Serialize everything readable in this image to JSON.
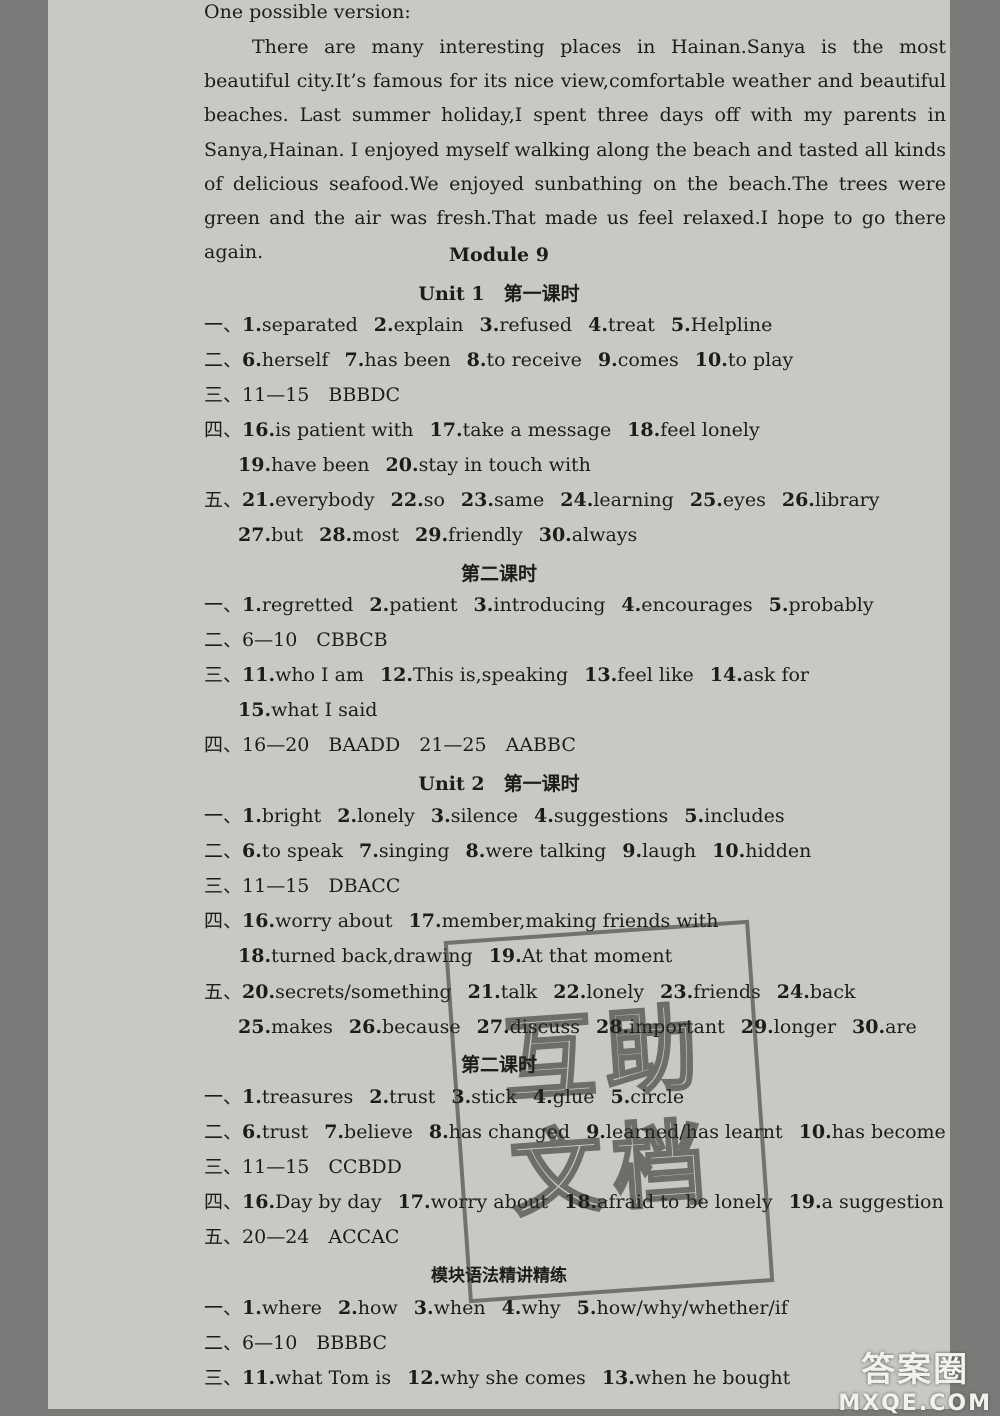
{
  "intro": "One possible version:",
  "essay": "There are many interesting places in Hainan.Sanya is the most beautiful city.It’s famous for its nice view,comfortable weather and beautiful beaches. Last summer holiday,I spent three days off with my parents in Sanya,Hainan. I enjoyed myself walking along the beach and tasted all kinds of delicious seafood.We enjoyed sunbathing on the beach.The trees were green and the air was fresh.That made us feel relaxed.I hope to go there again.",
  "module_title": "Module 9",
  "unit1_title": "Unit 1　第一课时",
  "u1l1": {
    "r1": {
      "p": "一、",
      "items": [
        [
          "1.",
          "separated"
        ],
        [
          "2.",
          "explain"
        ],
        [
          "3.",
          "refused"
        ],
        [
          "4.",
          "treat"
        ],
        [
          "5.",
          "Helpline"
        ]
      ]
    },
    "r2": {
      "p": "二、",
      "items": [
        [
          "6.",
          "herself"
        ],
        [
          "7.",
          "has been"
        ],
        [
          "8.",
          "to receive"
        ],
        [
          "9.",
          "comes"
        ],
        [
          "10.",
          "to play"
        ]
      ]
    },
    "r3": {
      "p": "三、",
      "text": "11—15　BBBDC"
    },
    "r4": {
      "p": "四、",
      "items": [
        [
          "16.",
          "is patient with"
        ],
        [
          "17.",
          "take a message"
        ],
        [
          "18.",
          "feel lonely"
        ]
      ]
    },
    "r4b": {
      "items": [
        [
          "19.",
          "have been"
        ],
        [
          "20.",
          "stay in touch with"
        ]
      ]
    },
    "r5": {
      "p": "五、",
      "items": [
        [
          "21.",
          "everybody"
        ],
        [
          "22.",
          "so"
        ],
        [
          "23.",
          "same"
        ],
        [
          "24.",
          "learning"
        ],
        [
          "25.",
          "eyes"
        ],
        [
          "26.",
          "library"
        ]
      ]
    },
    "r5b": {
      "items": [
        [
          "27.",
          "but"
        ],
        [
          "28.",
          "most"
        ],
        [
          "29.",
          "friendly"
        ],
        [
          "30.",
          "always"
        ]
      ]
    }
  },
  "lesson2_title": "第二课时",
  "u1l2": {
    "r1": {
      "p": "一、",
      "items": [
        [
          "1.",
          "regretted"
        ],
        [
          "2.",
          "patient"
        ],
        [
          "3.",
          "introducing"
        ],
        [
          "4.",
          "encourages"
        ],
        [
          "5.",
          "probably"
        ]
      ]
    },
    "r2": {
      "p": "二、",
      "text": "6—10　CBBCB"
    },
    "r3": {
      "p": "三、",
      "items": [
        [
          "11.",
          "who I am"
        ],
        [
          "12.",
          "This is,speaking"
        ],
        [
          "13.",
          "feel like"
        ],
        [
          "14.",
          "ask for"
        ]
      ]
    },
    "r3b": {
      "items": [
        [
          "15.",
          "what I said"
        ]
      ]
    },
    "r4": {
      "p": "四、",
      "text": "16—20　BAADD　21—25　AABBC"
    }
  },
  "unit2_title": "Unit 2　第一课时",
  "u2l1": {
    "r1": {
      "p": "一、",
      "items": [
        [
          "1.",
          "bright"
        ],
        [
          "2.",
          "lonely"
        ],
        [
          "3.",
          "silence"
        ],
        [
          "4.",
          "suggestions"
        ],
        [
          "5.",
          "includes"
        ]
      ]
    },
    "r2": {
      "p": "二、",
      "items": [
        [
          "6.",
          "to speak"
        ],
        [
          "7.",
          "singing"
        ],
        [
          "8.",
          "were talking"
        ],
        [
          "9.",
          "laugh"
        ],
        [
          "10.",
          "hidden"
        ]
      ]
    },
    "r3": {
      "p": "三、",
      "text": "11—15　DBACC"
    },
    "r4": {
      "p": "四、",
      "items": [
        [
          "16.",
          "worry about"
        ],
        [
          "17.",
          "member,making friends with"
        ]
      ]
    },
    "r4b": {
      "items": [
        [
          "18.",
          "turned back,drawing"
        ],
        [
          "19.",
          "At that moment"
        ]
      ]
    },
    "r5": {
      "p": "五、",
      "items": [
        [
          "20.",
          "secrets/something"
        ],
        [
          "21.",
          "talk"
        ],
        [
          "22.",
          "lonely"
        ],
        [
          "23.",
          "friends"
        ],
        [
          "24.",
          "back"
        ]
      ]
    },
    "r5b": {
      "items": [
        [
          "25.",
          "makes"
        ],
        [
          "26.",
          "because"
        ],
        [
          "27.",
          "discuss"
        ],
        [
          "28.",
          "important"
        ],
        [
          "29.",
          "longer"
        ],
        [
          "30.",
          "are"
        ]
      ]
    }
  },
  "lesson2b_title": "第二课时",
  "u2l2": {
    "r1": {
      "p": "一、",
      "items": [
        [
          "1.",
          "treasures"
        ],
        [
          "2.",
          "trust"
        ],
        [
          "3.",
          "stick"
        ],
        [
          "4.",
          "glue"
        ],
        [
          "5.",
          "circle"
        ]
      ]
    },
    "r2": {
      "p": "二、",
      "items": [
        [
          "6.",
          "trust"
        ],
        [
          "7.",
          "believe"
        ],
        [
          "8.",
          "has changed"
        ],
        [
          "9.",
          "learned/has learnt"
        ],
        [
          "10.",
          "has become"
        ]
      ]
    },
    "r3": {
      "p": "三、",
      "text": "11—15　CCBDD"
    },
    "r4": {
      "p": "四、",
      "items": [
        [
          "16.",
          "Day by day"
        ],
        [
          "17.",
          "worry about"
        ],
        [
          "18.",
          "afraid to be lonely"
        ],
        [
          "19.",
          "a suggestion"
        ]
      ]
    },
    "r5": {
      "p": "五、",
      "text": "20—24　ACCAC"
    }
  },
  "grammar_title": "模块语法精讲精练",
  "gram": {
    "r1": {
      "p": "一、",
      "items": [
        [
          "1.",
          "where"
        ],
        [
          "2.",
          "how"
        ],
        [
          "3.",
          "when"
        ],
        [
          "4.",
          "why"
        ],
        [
          "5.",
          "how/why/whether/if"
        ]
      ]
    },
    "r2": {
      "p": "二、",
      "text": "6—10　BBBBC"
    },
    "r3": {
      "p": "三、",
      "items": [
        [
          "11.",
          "what Tom is"
        ],
        [
          "12.",
          "why she comes"
        ],
        [
          "13.",
          "when he bought"
        ]
      ]
    }
  },
  "stamp": {
    "t1": "互助",
    "t2": "文档"
  },
  "watermark": {
    "a": "答案圈",
    "b": "MXQE.COM"
  }
}
